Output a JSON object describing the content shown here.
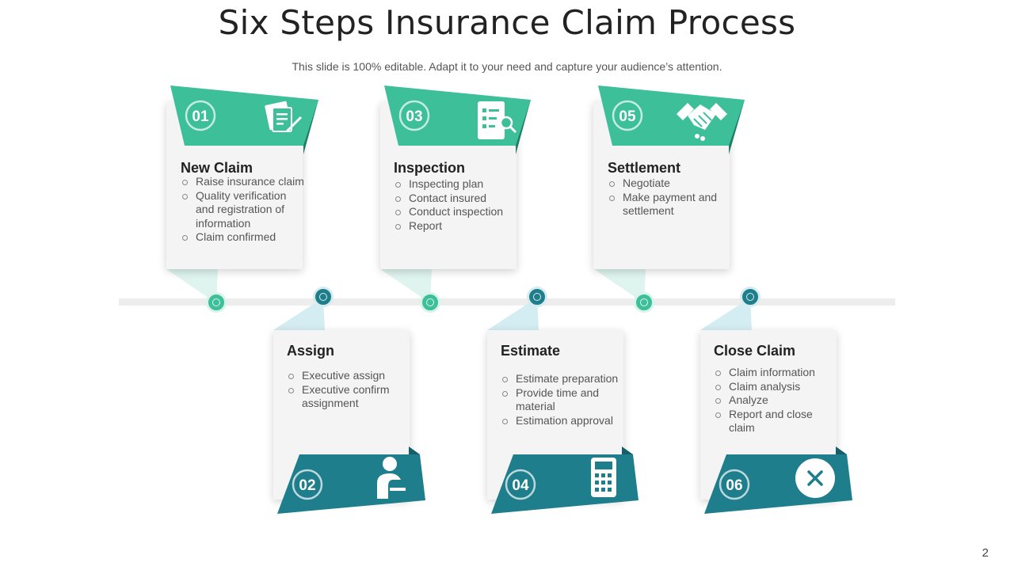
{
  "header": {
    "title": "Six Steps Insurance Claim Process",
    "subtitle": "This slide is 100% editable. Adapt it to your need and capture your audience’s attention."
  },
  "colors": {
    "green": "#3dbf9a",
    "teal": "#1f7e8c",
    "card_bg": "#f4f4f4"
  },
  "steps": [
    {
      "number": "01",
      "title": "New Claim",
      "icon": "document-pen-icon",
      "bullets": [
        "Raise insurance claim",
        "Quality verification and registration of information",
        "Claim confirmed"
      ]
    },
    {
      "number": "02",
      "title": "Assign",
      "icon": "person-at-desk-icon",
      "bullets": [
        "Executive assign",
        "Executive  confirm assignment"
      ]
    },
    {
      "number": "03",
      "title": "Inspection",
      "icon": "document-search-icon",
      "bullets": [
        "Inspecting plan",
        "Contact insured",
        "Conduct inspection",
        "Report"
      ]
    },
    {
      "number": "04",
      "title": "Estimate",
      "icon": "calculator-icon",
      "bullets": [
        "Estimate preparation",
        "Provide time and material",
        "Estimation approval"
      ]
    },
    {
      "number": "05",
      "title": "Settlement",
      "icon": "handshake-icon",
      "bullets": [
        "Negotiate",
        "Make payment and settlement"
      ]
    },
    {
      "number": "06",
      "title": "Close Claim",
      "icon": "close-x-icon",
      "bullets": [
        "Claim information",
        "Claim analysis",
        "Analyze",
        "Report and close claim"
      ]
    }
  ],
  "page_number": "2"
}
